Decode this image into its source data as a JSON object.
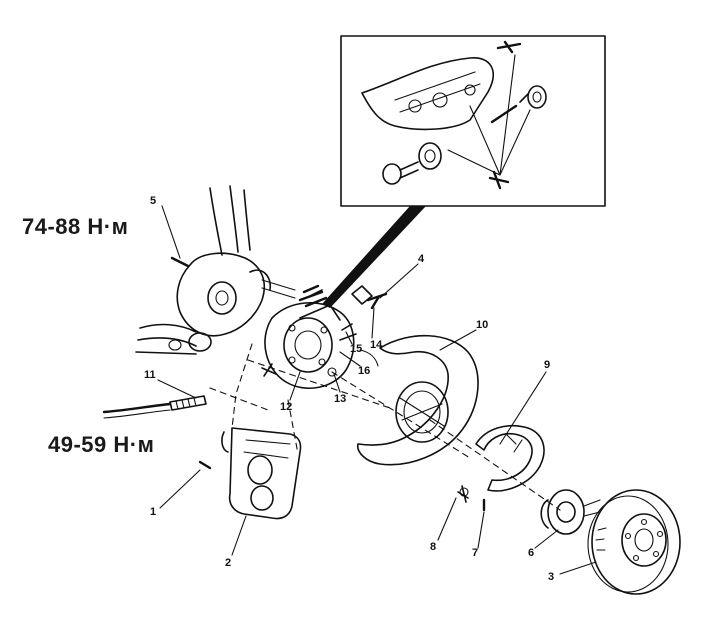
{
  "torque_labels": {
    "upper": "74-88 Н·м",
    "lower": "49-59 Н·м"
  },
  "callouts": [
    {
      "id": "1",
      "text": "1"
    },
    {
      "id": "2",
      "text": "2"
    },
    {
      "id": "3",
      "text": "3"
    },
    {
      "id": "4",
      "text": "4"
    },
    {
      "id": "5",
      "text": "5"
    },
    {
      "id": "6",
      "text": "6"
    },
    {
      "id": "7",
      "text": "7"
    },
    {
      "id": "8",
      "text": "8"
    },
    {
      "id": "9",
      "text": "9"
    },
    {
      "id": "10",
      "text": "10"
    },
    {
      "id": "11",
      "text": "11"
    },
    {
      "id": "12",
      "text": "12"
    },
    {
      "id": "13",
      "text": "13"
    },
    {
      "id": "14",
      "text": "14"
    },
    {
      "id": "15",
      "text": "15"
    },
    {
      "id": "16",
      "text": "16"
    }
  ],
  "colors": {
    "ink": "#111111",
    "paper": "#ffffff"
  }
}
